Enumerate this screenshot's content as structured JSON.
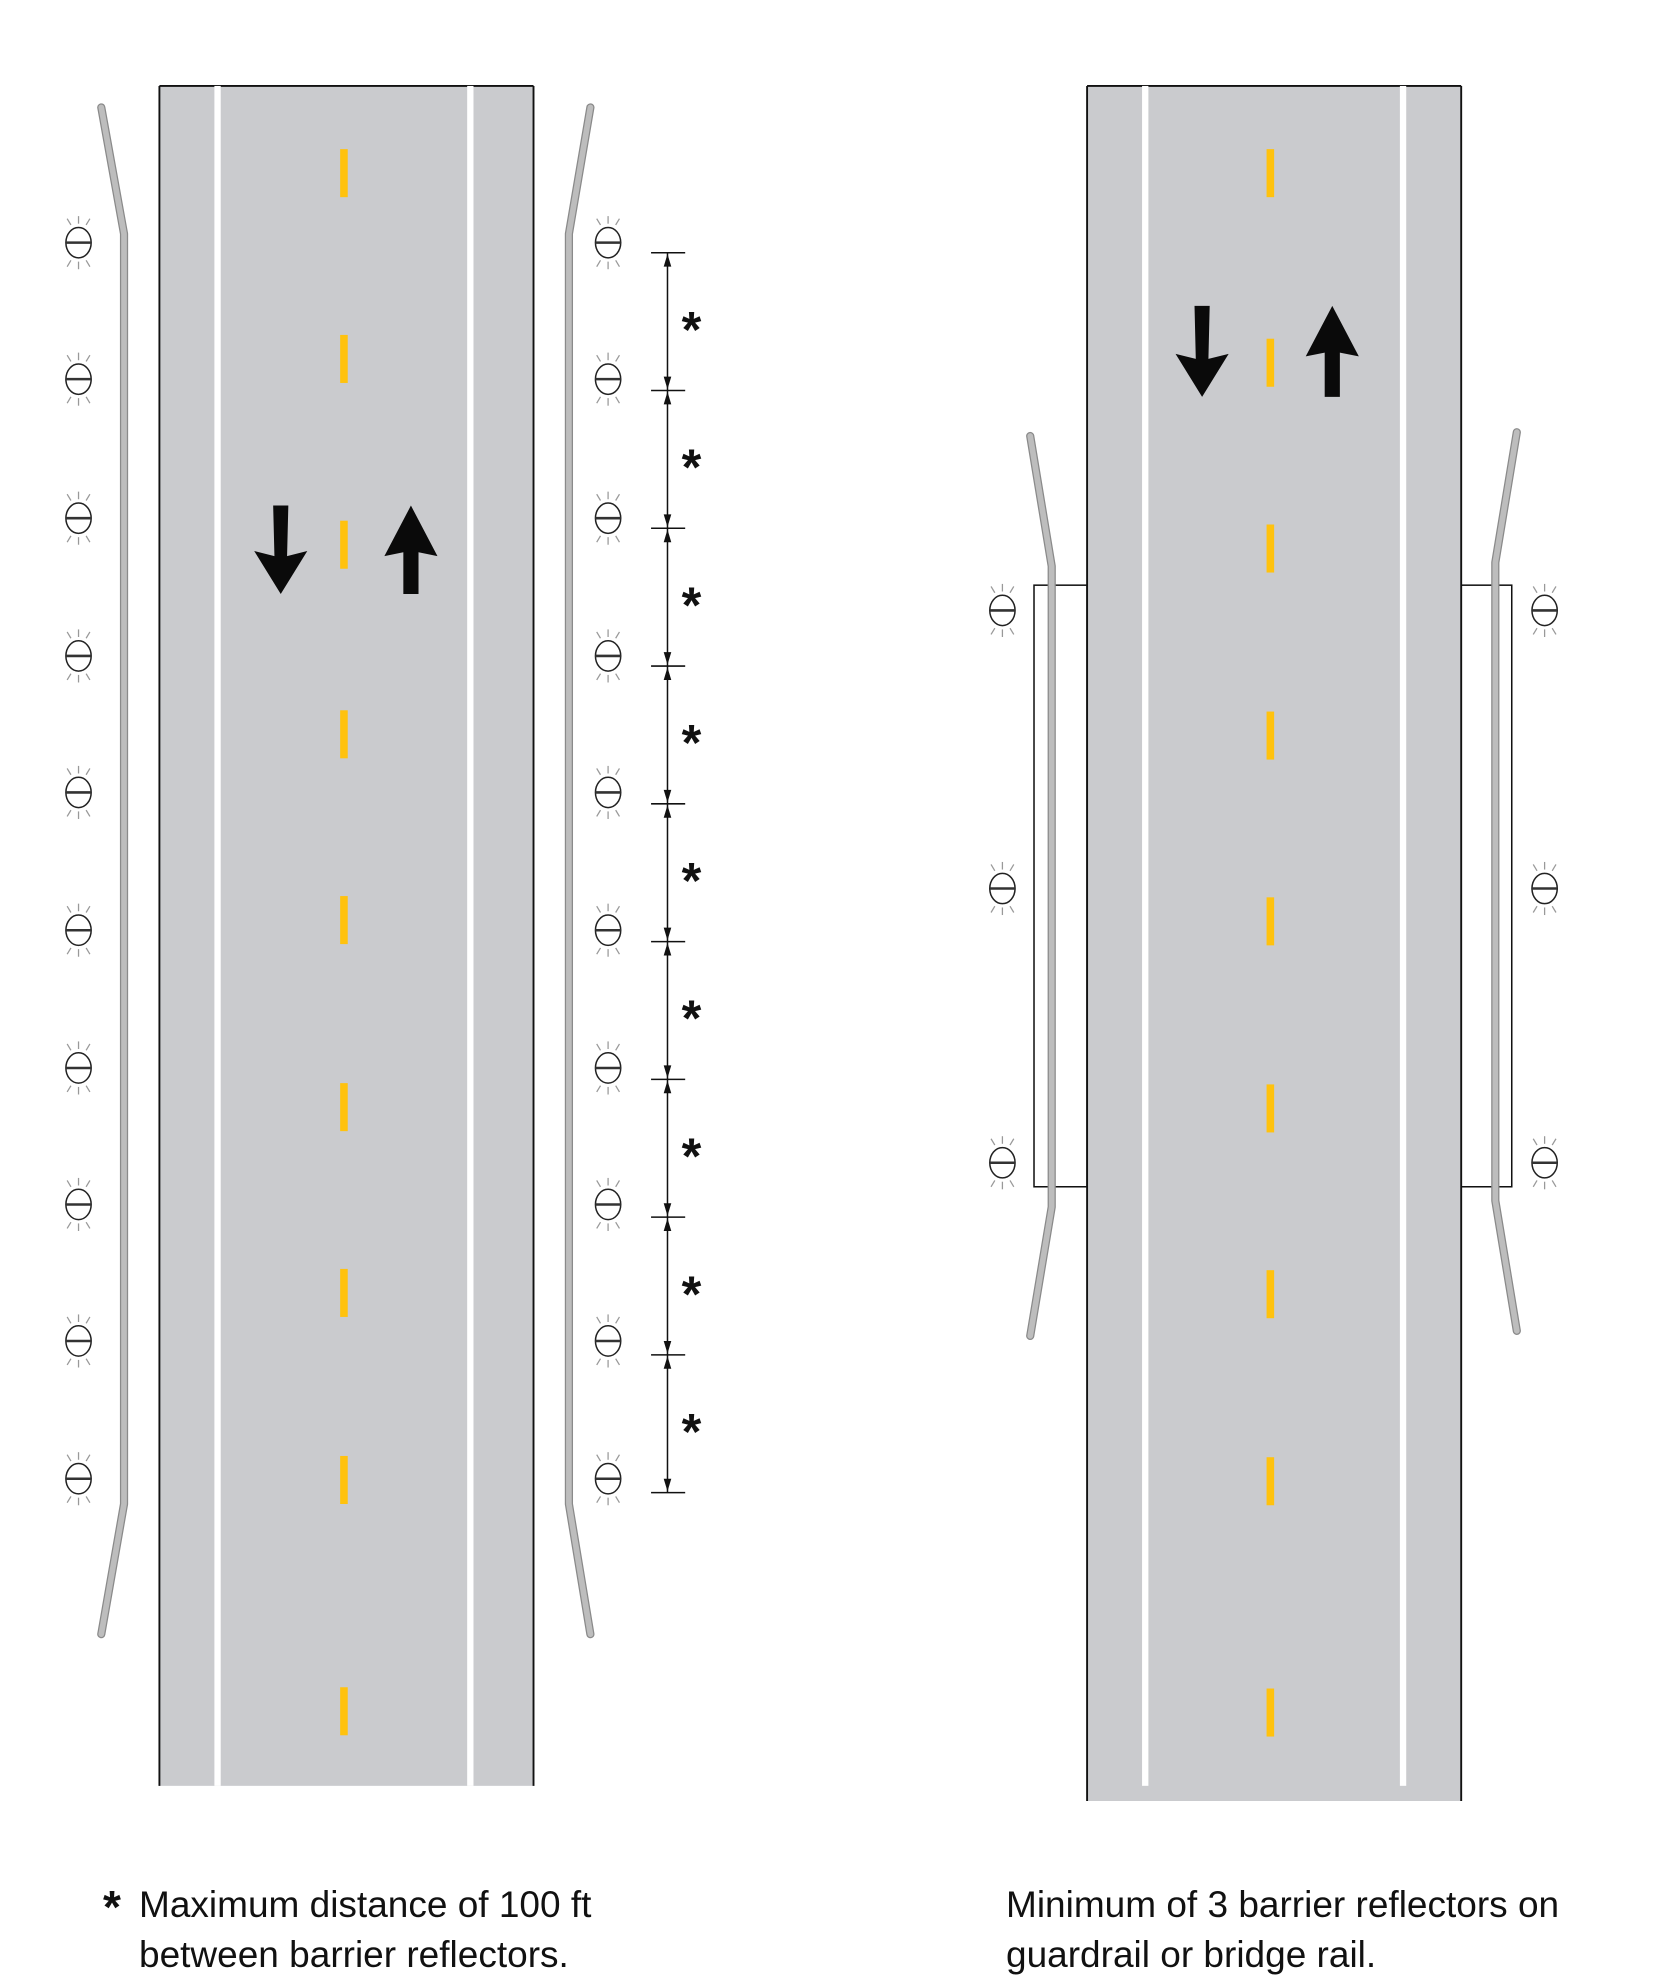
{
  "left_panel": {
    "dimension_marker": "*",
    "caption_marker": "*",
    "caption_line1": "Maximum distance of 100 ft",
    "caption_line2": "between barrier reflectors.",
    "reflectors_per_side": 10
  },
  "right_panel": {
    "caption_line1": "Minimum of 3 barrier reflectors on",
    "caption_line2": "guardrail or bridge rail.",
    "reflectors_per_side": 3
  },
  "colors": {
    "pavement": "#cacbce",
    "centerline": "#ffc20e",
    "edge_line": "#ffffff",
    "guardrail": "#bdbdbd",
    "arrow": "#0a0a0a"
  }
}
